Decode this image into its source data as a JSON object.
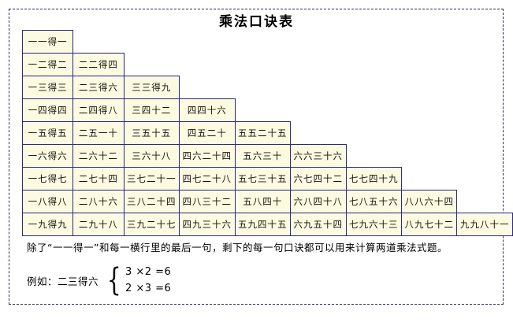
{
  "document": {
    "title": "乘法口诀表"
  },
  "table": {
    "name": "multiplication-rhyme-table",
    "rows": [
      [
        "一一得一"
      ],
      [
        "一二得二",
        "二二得四"
      ],
      [
        "一三得三",
        "二三得六",
        "三三得九"
      ],
      [
        "一四得四",
        "二四得八",
        "三四十二",
        "四四十六"
      ],
      [
        "一五得五",
        "二五一十",
        "三五十五",
        "四五二十",
        "五五二十五"
      ],
      [
        "一六得六",
        "二六十二",
        "三六十八",
        "四六二十四",
        "五六三十",
        "六六三十六"
      ],
      [
        "一七得七",
        "二七十四",
        "三七二十一",
        "四七二十八",
        "五七三十五",
        "六七四十二",
        "七七四十九"
      ],
      [
        "一八得八",
        "二八十六",
        "三八二十四",
        "四八三十二",
        "五八四十",
        "六八四十八",
        "七八五十六",
        "八八六十四"
      ],
      [
        "一九得九",
        "二九十八",
        "三九二十七",
        "四九三十六",
        "五九四十五",
        "六九五十四",
        "七九六十三",
        "八九七十二",
        "九九八十一"
      ]
    ]
  },
  "note": {
    "paragraph": "除了“一一得一”和每一横行里的最后一句，剩下的每一句口诀都可以用来计算两道乘法式题。",
    "example_label": "例如：二三得六",
    "brace": "{",
    "equation_top": "3 ×2 =6",
    "equation_bottom": "2 ×3 =6"
  },
  "colors": {
    "frame_border": "#2b2b8f",
    "cell_border": "#2525b0",
    "cell_background": "#fcfadf",
    "text": "#000000",
    "page_background": "#ffffff"
  }
}
